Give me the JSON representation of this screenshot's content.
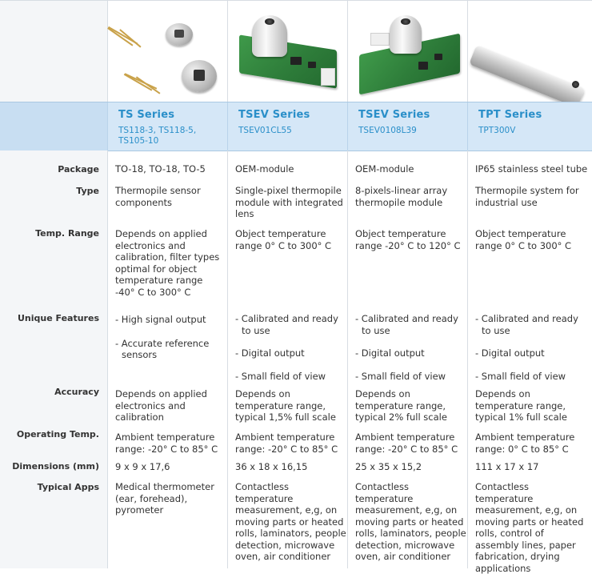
{
  "series": [
    {
      "title": "TS Series",
      "models": "TS118-3, TS118-5, TS105-10"
    },
    {
      "title": "TSEV Series",
      "models": "TSEV01CL55"
    },
    {
      "title": "TSEV Series",
      "models": "TSEV0108L39"
    },
    {
      "title": "TPT Series",
      "models": "TPT300V"
    }
  ],
  "rows": {
    "package": {
      "label": "Package",
      "values": [
        "TO-18, TO-18, TO-5",
        "OEM-module",
        "OEM-module",
        "IP65 stainless steel tube"
      ]
    },
    "type": {
      "label": "Type",
      "values": [
        "Thermopile sensor components",
        "Single-pixel thermopile module with integrated lens",
        "8-pixels-linear array thermopile module",
        "Thermopile system for industrial use"
      ]
    },
    "temp_range": {
      "label": "Temp. Range",
      "values": [
        "Depends on applied electronics and calibration, filter types optimal for object temperature range -40° C to 300° C",
        "Object temperature range 0° C to 300° C",
        "Object temperature range -20° C to 120° C",
        "Object temperature range 0° C to 300° C"
      ]
    },
    "unique_features": {
      "label": "Unique Features",
      "ts": [
        "- High signal output",
        "- Accurate reference sensors"
      ],
      "tsev1": [
        "- Calibrated and ready to use",
        "- Digital output",
        "- Small field of view"
      ],
      "tsev2": [
        "- Calibrated and ready to use",
        "- Digital output",
        "- Small field of view"
      ],
      "tpt": [
        "- Calibrated and ready to use",
        "- Digital output",
        "- Small field of view"
      ]
    },
    "accuracy": {
      "label": "Accuracy",
      "values": [
        "Depends on applied electronics and calibration",
        "Depends on temperature range, typical 1,5% full scale",
        "Depends on temperature range, typical 2% full scale",
        "Depends on temperature range, typical 1% full scale"
      ]
    },
    "operating_temp": {
      "label": "Operating Temp.",
      "values": [
        "Ambient temperature range: -20° C to 85° C",
        "Ambient temperature range: -20° C to 85° C",
        "Ambient temperature range: -20° C to 85° C",
        "Ambient temperature range: 0° C to 85° C"
      ]
    },
    "dimensions": {
      "label": "Dimensions (mm)",
      "values": [
        "9 x 9 x 17,6",
        "36 x 18 x 16,15",
        "25 x 35 x 15,2",
        "111 x 17 x 17"
      ]
    },
    "typical_apps": {
      "label": "Typical Apps",
      "values": [
        "Medical thermometer (ear, forehead), pyrometer",
        "Contactless temperature measurement, e,g, on moving parts or heated rolls, laminators, people detection, microwave oven, air conditioner",
        "Contactless temperature measurement, e,g, on moving parts or heated rolls, laminators, people detection, microwave oven, air conditioner",
        "Contactless temperature measurement, e,g, on moving parts or heated rolls, control of assembly lines, paper fabrication, drying applications"
      ]
    }
  },
  "colors": {
    "header_bg": "#d5e7f7",
    "series_text": "#2a8fc9",
    "label_bg": "#f4f6f8"
  }
}
